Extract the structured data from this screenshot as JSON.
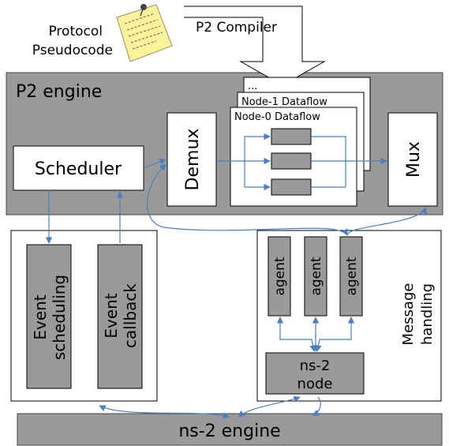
{
  "protocol_label_line1": "Protocol",
  "protocol_label_line2": "Pseudocode",
  "compiler_label": "P2 Compiler",
  "engine_title": "P2 engine",
  "scheduler_label": "Scheduler",
  "demux_label": "Demux",
  "mux_label": "Mux",
  "dataflow_ellipsis": "...",
  "dataflow_node1_label": "Node-1 Dataflow",
  "dataflow_node0_label": "Node-0 Dataflow",
  "event_scheduling_line1": "Event",
  "event_scheduling_line2": "scheduling",
  "event_callback_line1": "Event",
  "event_callback_line2": "callback",
  "agent_labels": [
    "agent",
    "agent",
    "agent"
  ],
  "message_handling_line1": "Message",
  "message_handling_line2": "handling",
  "ns2_node_line1": "ns-2",
  "ns2_node_line2": "node",
  "ns2_engine_label": "ns-2 engine",
  "colors": {
    "engine_fill": "#9a9a9a",
    "box_fill": "#ffffff",
    "bar_fill": "#9a9a9a",
    "arrow": "#4a7fc1",
    "note_fill": "#fbf39a"
  },
  "icons": [
    "sticky-note-icon",
    "pushpin-icon"
  ]
}
